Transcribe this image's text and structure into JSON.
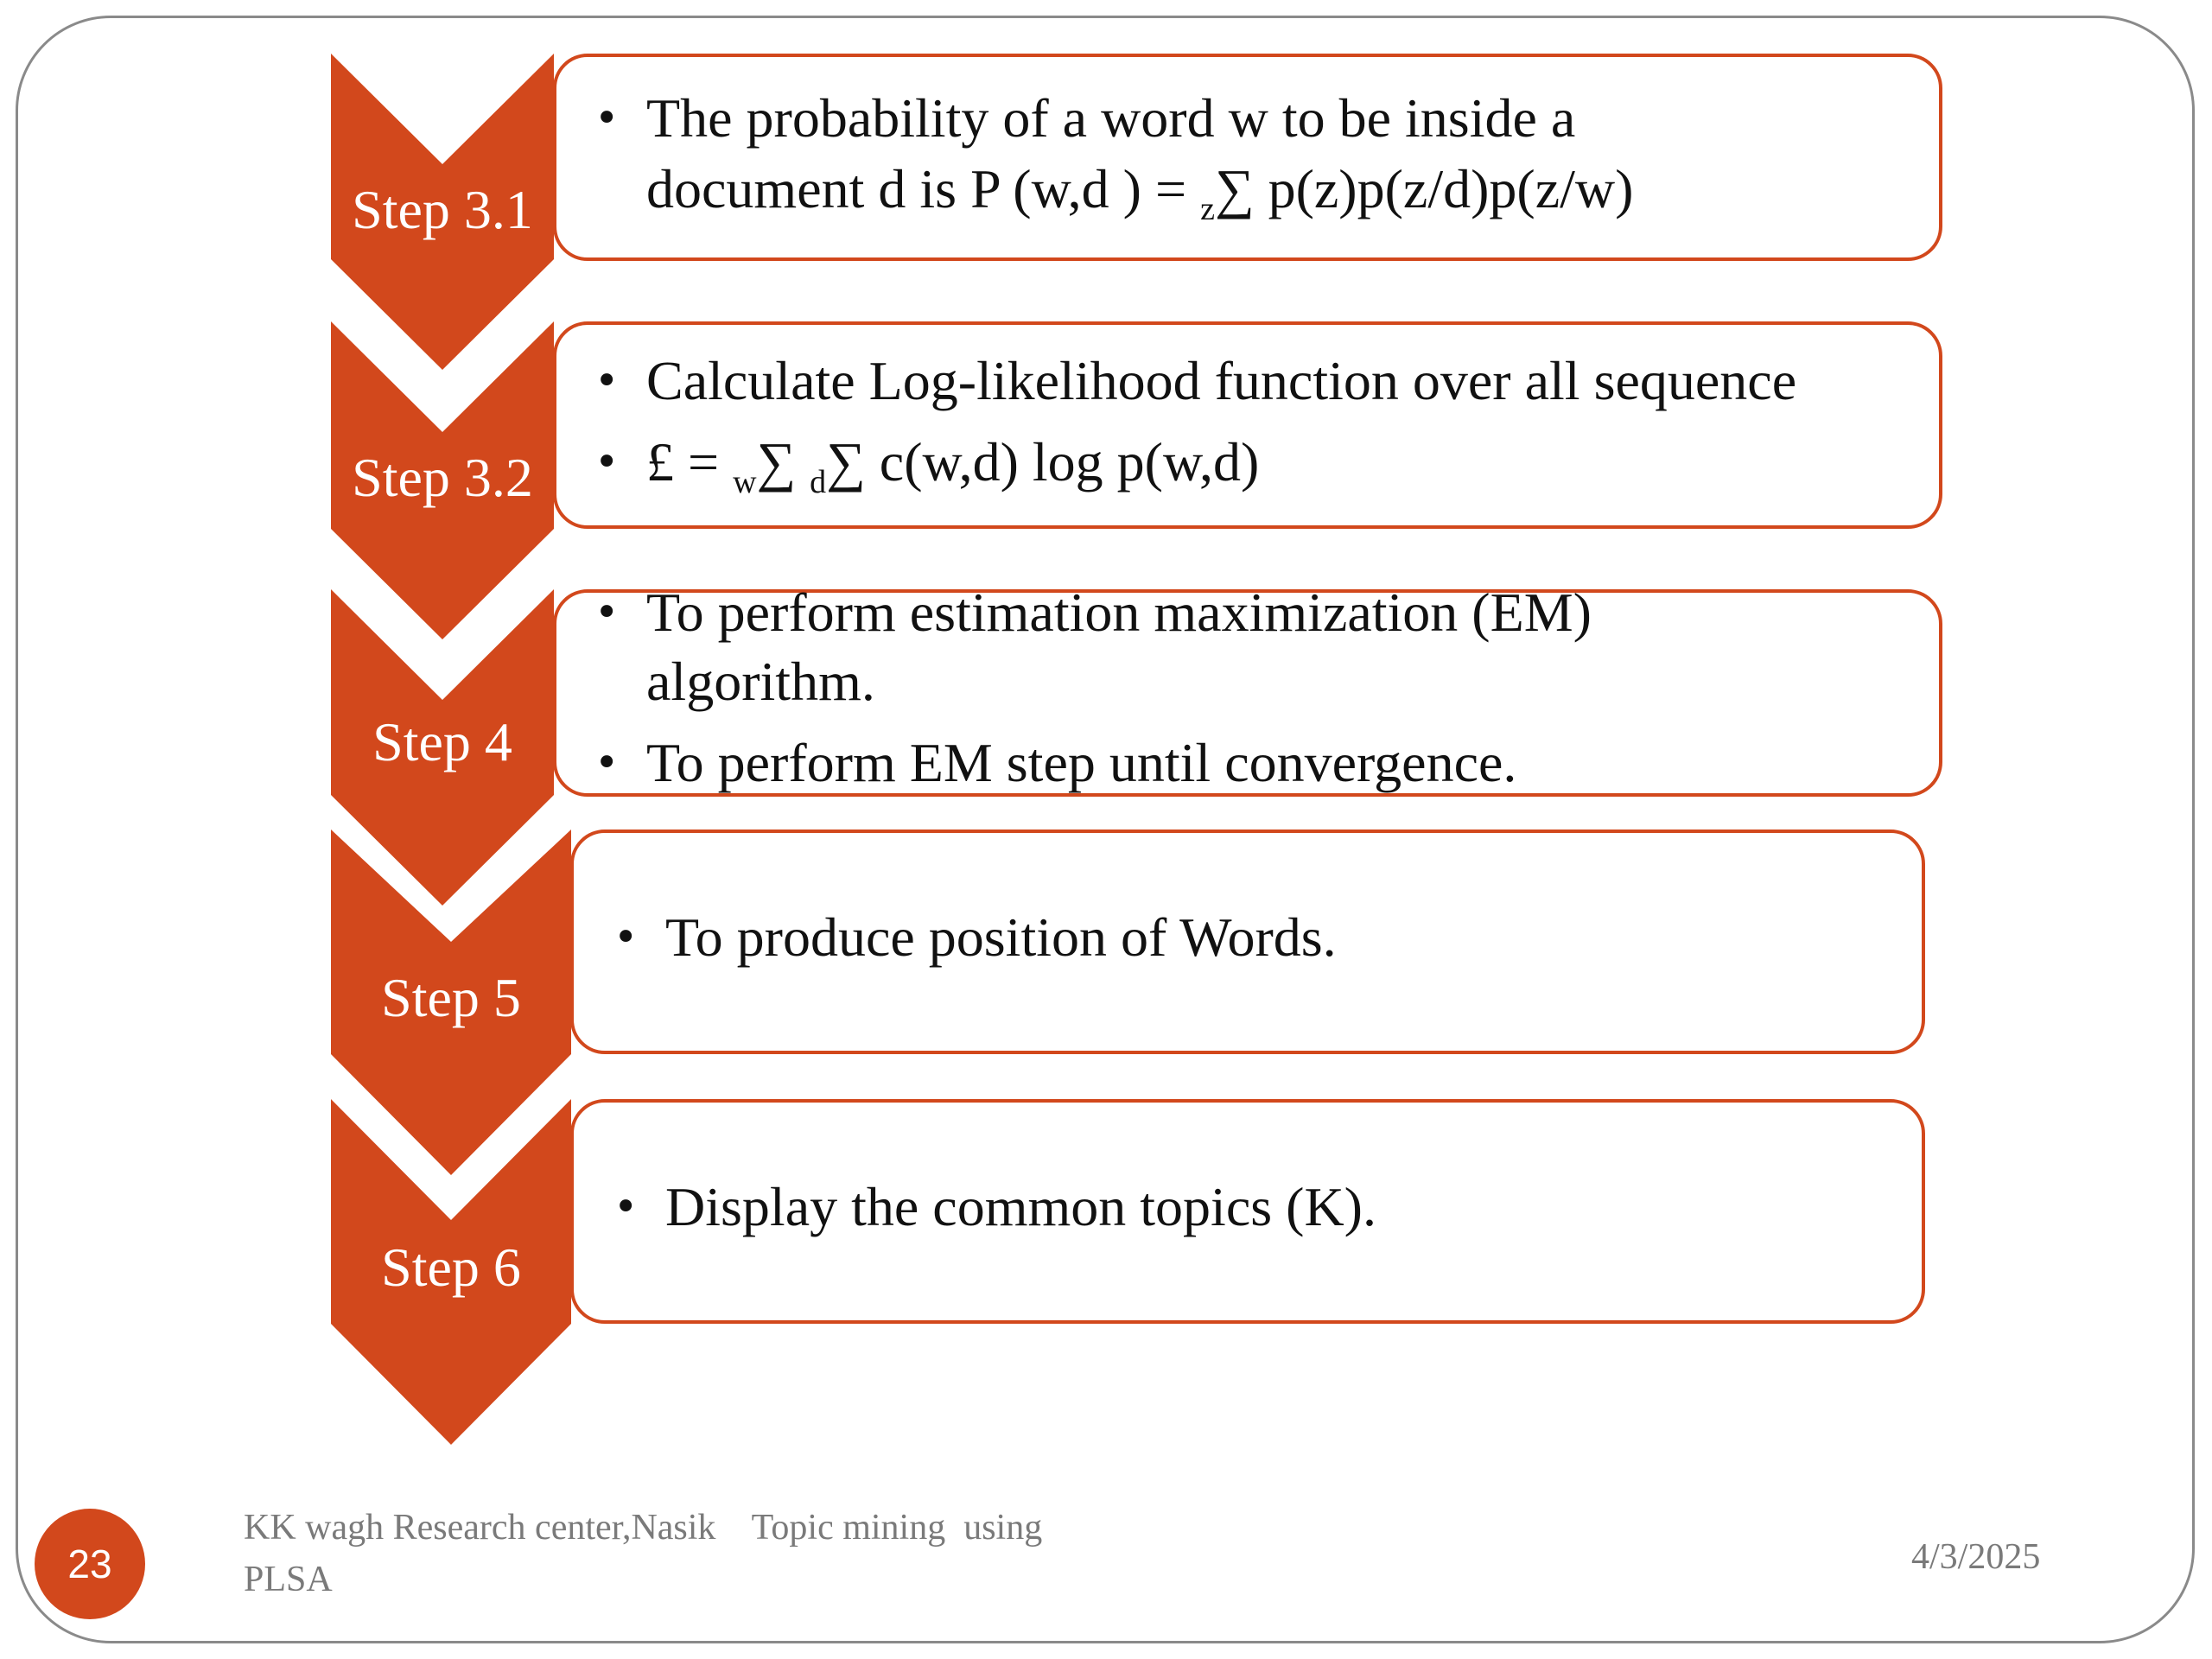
{
  "slide": {
    "accent_color": "#d2481c",
    "steps": [
      {
        "label": "Step 3.1",
        "bullets": [
          {
            "parts": [
              "The probability of a word w to be inside a"
            ]
          },
          {
            "parts": [
              "document d is P (w,d ) = ",
              "z",
              "∑ p(z)p(z/d)p(z/w)"
            ],
            "continuation": true
          }
        ]
      },
      {
        "label": "Step 3.2",
        "bullets": [
          {
            "parts": [
              "Calculate Log-likelihood function over all sequence"
            ]
          },
          {
            "parts": [
              "£ = ",
              "w",
              "∑ ",
              "d",
              "∑ c(w,d) log p(w,d)"
            ]
          }
        ]
      },
      {
        "label": "Step 4",
        "bullets": [
          {
            "parts": [
              "To perform estimation maximization (EM)"
            ]
          },
          {
            "parts": [
              "algorithm."
            ],
            "continuation": true
          },
          {
            "parts": [
              "To perform EM step until convergence."
            ]
          }
        ]
      },
      {
        "label": "Step 5",
        "bullets": [
          {
            "parts": [
              "To produce  position of Words."
            ]
          }
        ]
      },
      {
        "label": "Step 6",
        "bullets": [
          {
            "parts": [
              "Display the common topics (K)."
            ]
          }
        ]
      }
    ]
  },
  "footer": {
    "slide_number": "23",
    "source_line1": "KK wagh Research center,Nasik    Topic mining  using",
    "source_line2": "PLSA",
    "date": "4/3/2025"
  }
}
